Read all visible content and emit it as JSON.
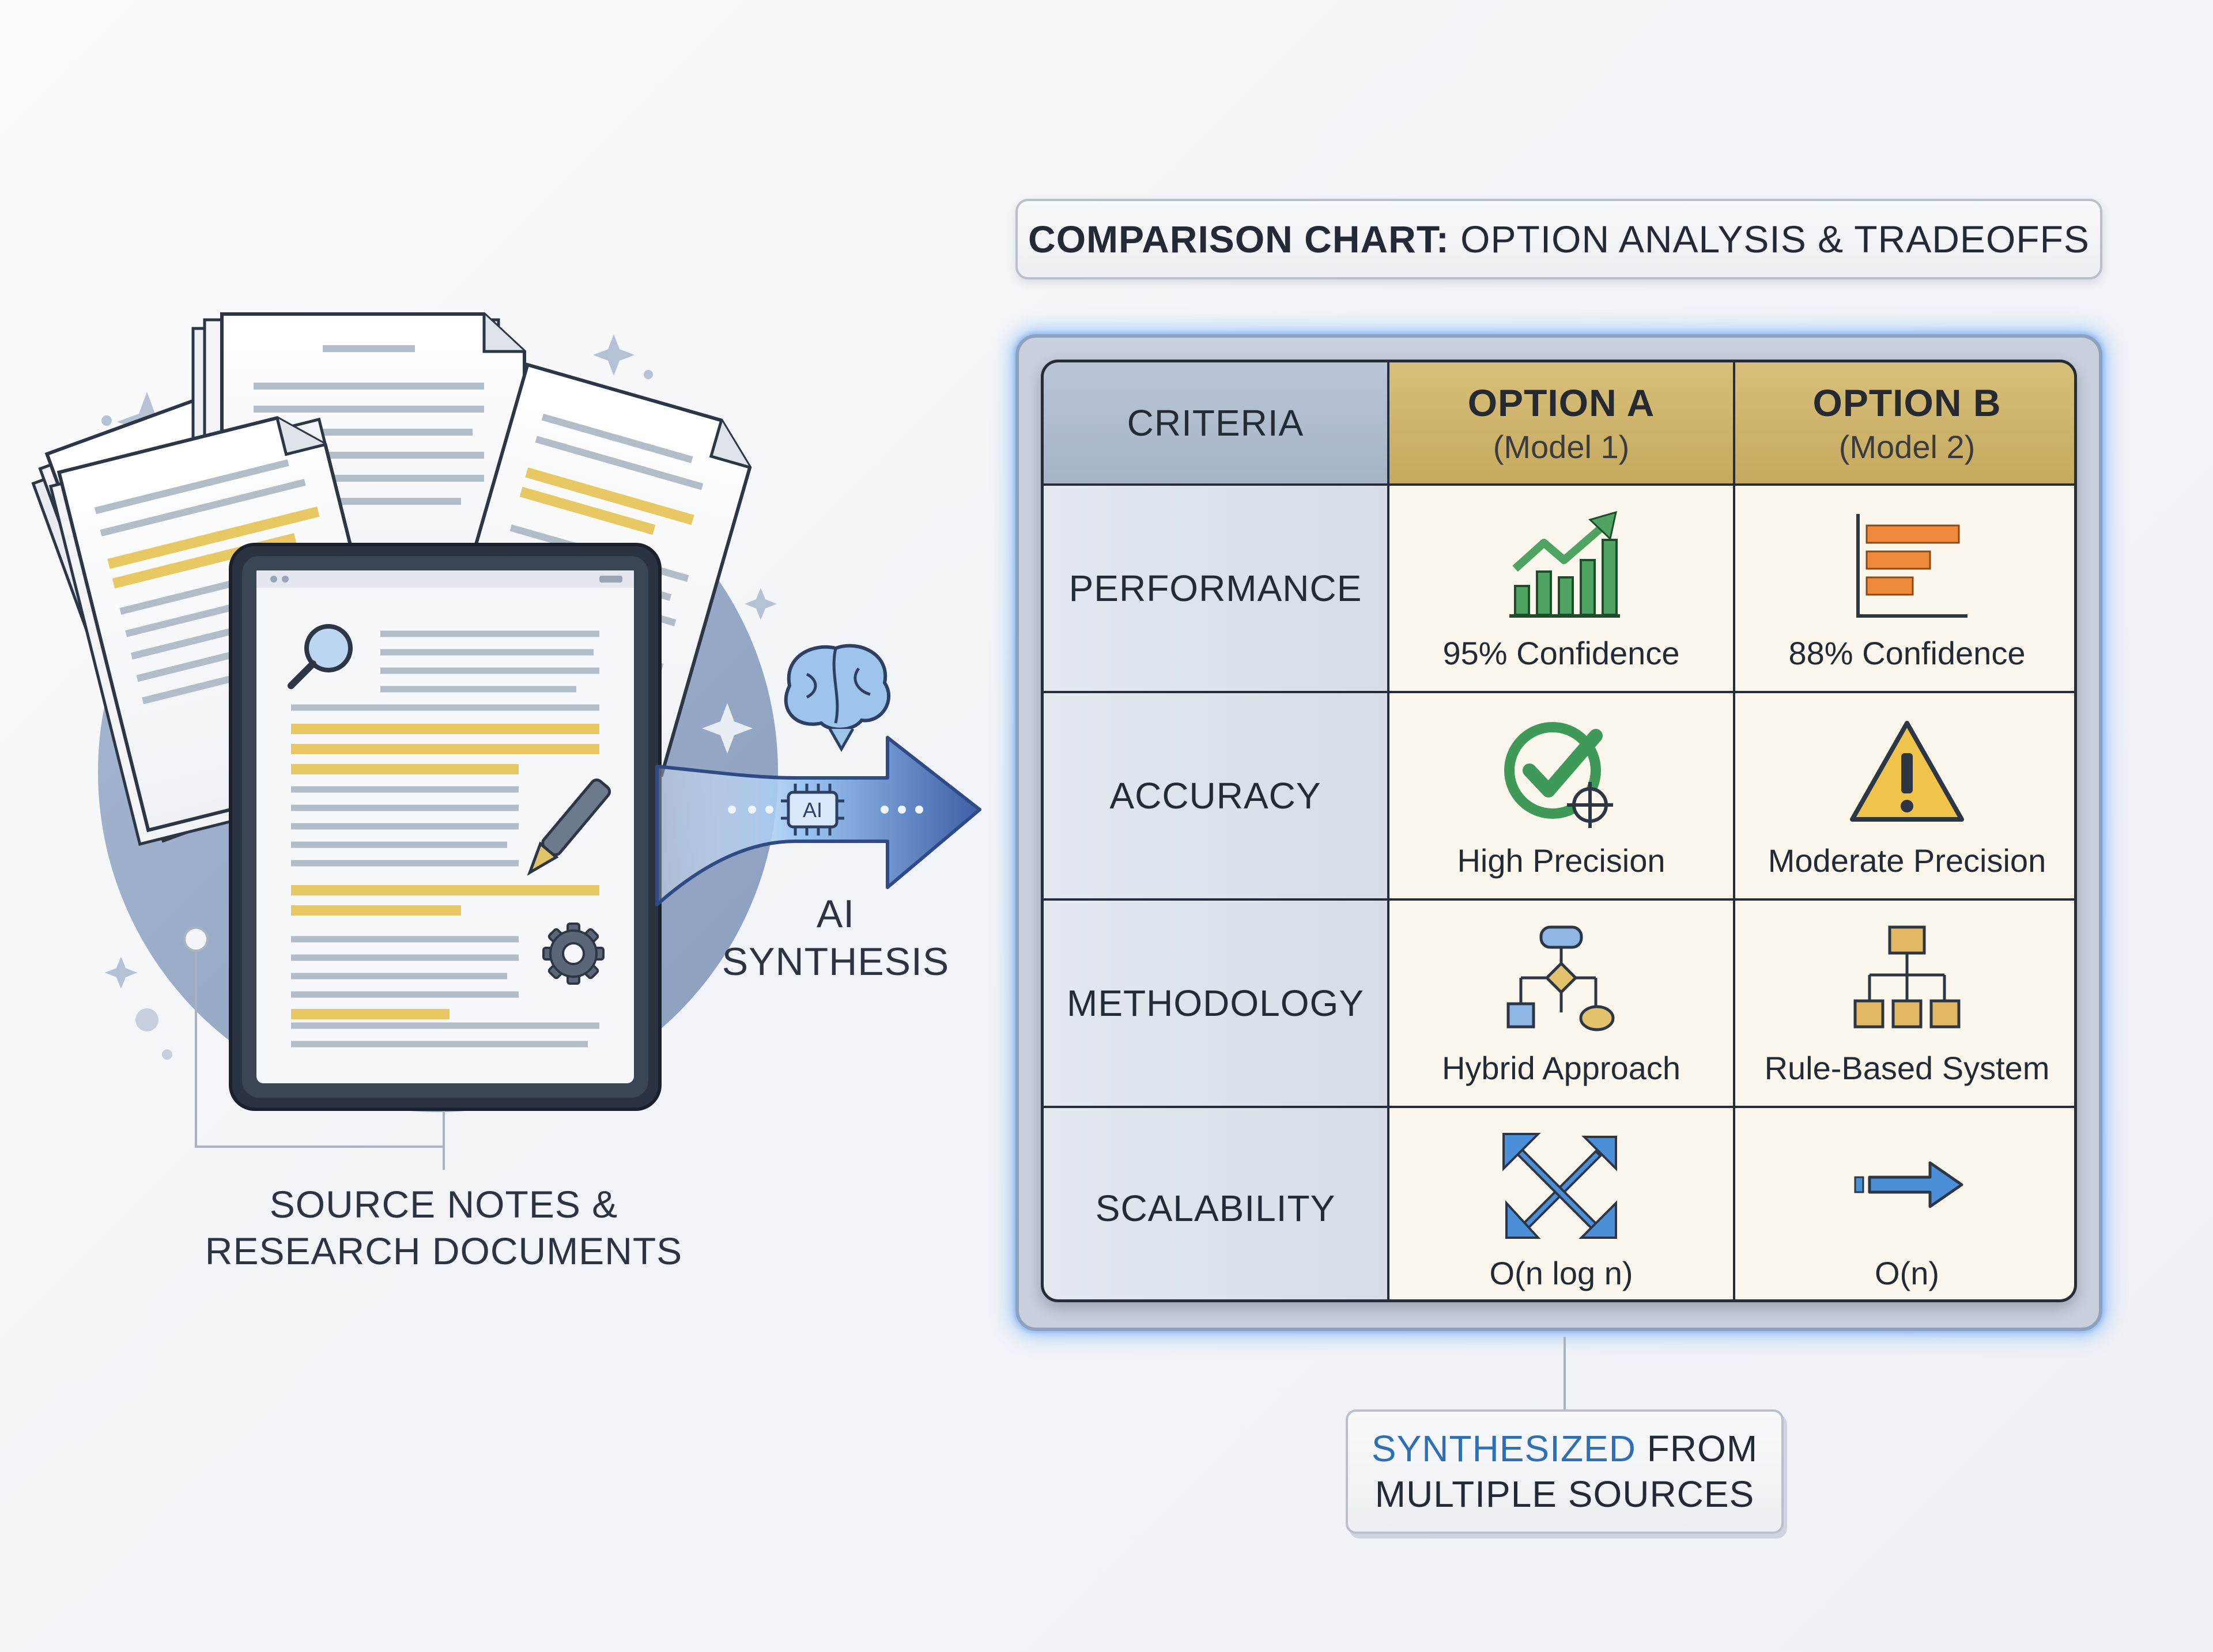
{
  "left": {
    "caption_line1": "SOURCE NOTES &",
    "caption_line2": "RESEARCH DOCUMENTS"
  },
  "ai": {
    "chip_label": "AI",
    "caption_line1": "AI",
    "caption_line2": "SYNTHESIS"
  },
  "header": {
    "title_bold": "COMPARISON CHART:",
    "title_rest": " OPTION ANALYSIS & TRADEOFFS"
  },
  "table": {
    "criteria_header": "CRITERIA",
    "options": [
      {
        "name": "OPTION A",
        "sub": "(Model 1)"
      },
      {
        "name": "OPTION B",
        "sub": "(Model 2)"
      }
    ],
    "rows": [
      {
        "criteria": "PERFORMANCE",
        "a": {
          "label": "95% Confidence",
          "icon": "growth-chart-icon"
        },
        "b": {
          "label": "88% Confidence",
          "icon": "bar-chart-icon"
        }
      },
      {
        "criteria": "ACCURACY",
        "a": {
          "label": "High Precision",
          "icon": "check-target-icon"
        },
        "b": {
          "label": "Moderate Precision",
          "icon": "warning-icon"
        }
      },
      {
        "criteria": "METHODOLOGY",
        "a": {
          "label": "Hybrid Approach",
          "icon": "flowchart-icon"
        },
        "b": {
          "label": "Rule-Based System",
          "icon": "hierarchy-icon"
        }
      },
      {
        "criteria": "SCALABILITY",
        "a": {
          "label": "O(n log n)",
          "icon": "expand-arrows-icon"
        },
        "b": {
          "label": "O(n)",
          "icon": "right-arrow-icon"
        }
      }
    ]
  },
  "footer": {
    "line1_highlight": "SYNTHESIZED",
    "line1_rest": " FROM",
    "line2": "MULTIPLE SOURCES"
  },
  "colors": {
    "accent_blue": "#2f6fb3",
    "option_gold": "#c9ad62",
    "highlight_yellow": "#e8c862",
    "glow_blue": "#6eaaf5"
  }
}
